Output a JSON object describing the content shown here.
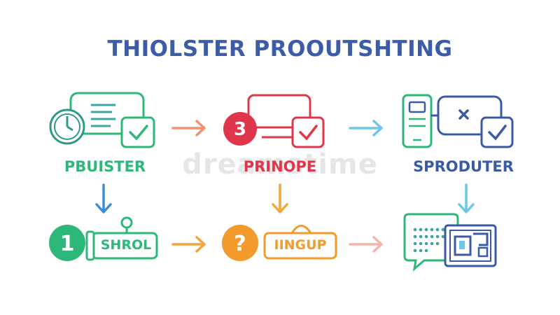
{
  "title": "THIOLSTER PROOUTSHTING",
  "watermark": "dreamstime",
  "colors": {
    "title": "#3d5ca8",
    "green": "#2db87a",
    "red": "#e0354a",
    "teal": "#3aa8a0",
    "blue": "#3b5aa6",
    "orange": "#f39a2c",
    "arrow_salmon": "#f2916e",
    "arrow_lightblue": "#6cc8e8",
    "arrow_blue": "#3d8ed6",
    "arrow_orange": "#f4a43a",
    "arrow_pink": "#f6b3aa"
  },
  "steps": {
    "pbuister": {
      "label": "PBUISTER"
    },
    "prinope": {
      "label": "PRINOPE",
      "badge": "3"
    },
    "sproduter": {
      "label": "SPRODUTER"
    },
    "shrol": {
      "badge": "1",
      "tag": "SHROL"
    },
    "iingup": {
      "badge": "?",
      "tag": "IINGUP"
    }
  }
}
